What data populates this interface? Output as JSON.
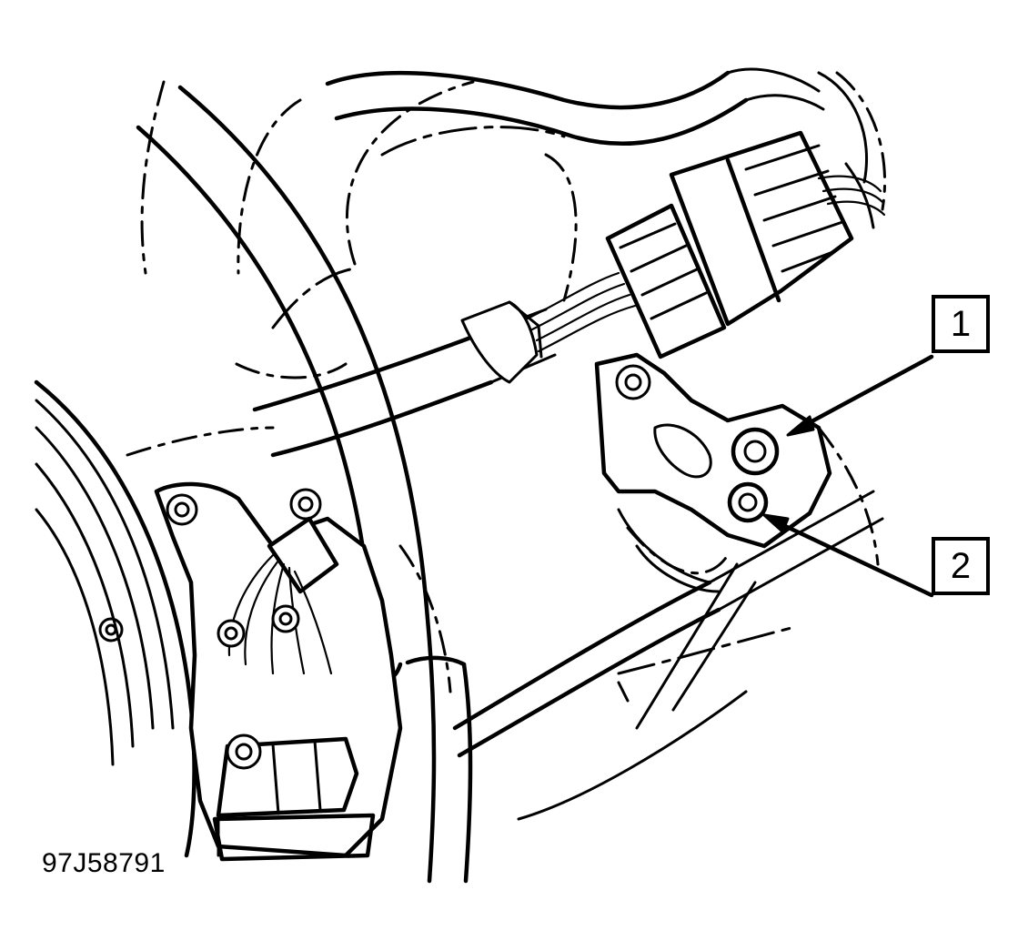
{
  "callouts": [
    {
      "label": "1"
    },
    {
      "label": "2"
    }
  ],
  "figure_id": "97J58791"
}
